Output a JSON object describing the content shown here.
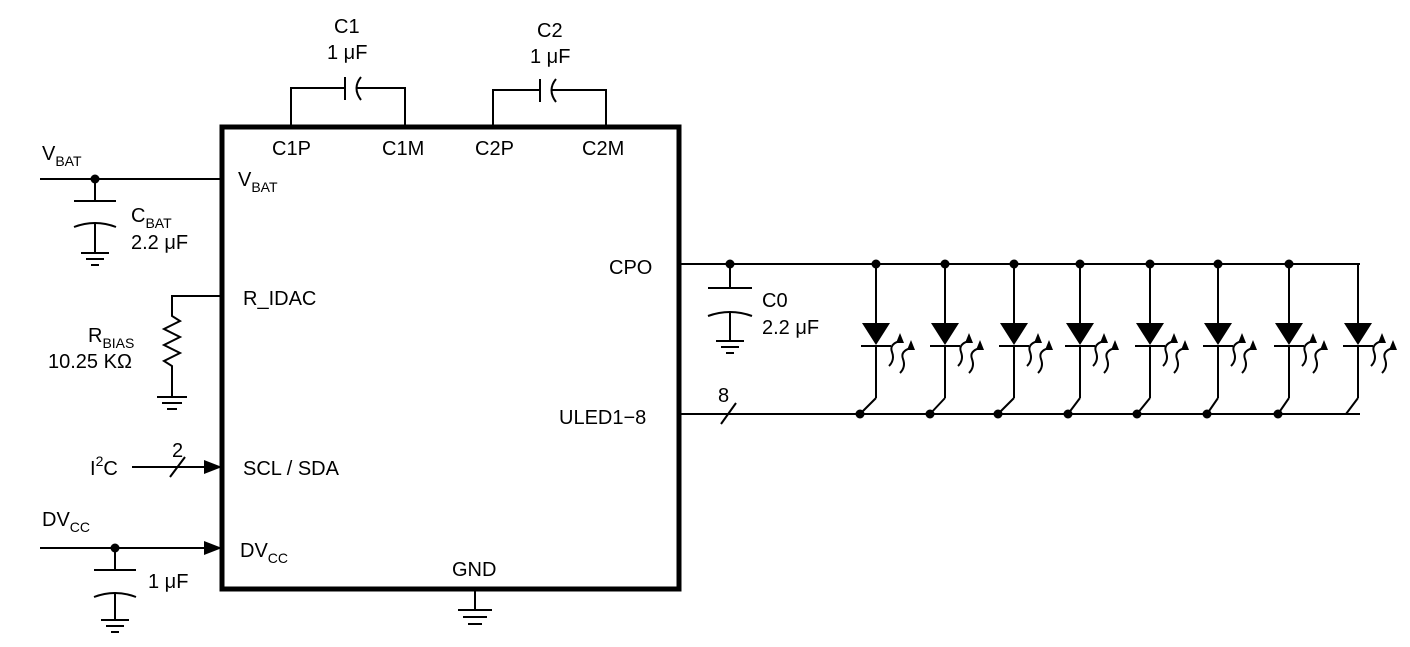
{
  "chip": {
    "pins": {
      "c1p": "C1P",
      "c1m": "C1M",
      "c2p": "C2P",
      "c2m": "C2M",
      "vbat_main": "V",
      "vbat_sub": "BAT",
      "r_idac": "R_IDAC",
      "scl_sda": "SCL / SDA",
      "dvcc_main": "DV",
      "dvcc_sub": "CC",
      "cpo": "CPO",
      "uled": "ULED1−8",
      "gnd": "GND"
    }
  },
  "components": {
    "c1": {
      "name": "C1",
      "value": "1 μF"
    },
    "c2": {
      "name": "C2",
      "value": "1 μF"
    },
    "cbat": {
      "name_main": "C",
      "name_sub": "BAT",
      "value": "2.2 μF"
    },
    "rbias": {
      "name_main": "R",
      "name_sub": "BIAS",
      "value": "10.25 KΩ"
    },
    "c0": {
      "name": "C0",
      "value": "2.2 μF"
    },
    "cdvcc": {
      "value": "1 μF"
    }
  },
  "nets": {
    "vbat_main": "V",
    "vbat_sub": "BAT",
    "i2c_main": "I",
    "i2c_sup": "2",
    "i2c_tail": "C",
    "i2c_bus_width": "2",
    "dvcc_main": "DV",
    "dvcc_sub": "CC",
    "uled_bus_width": "8"
  },
  "leds": {
    "count": 8
  }
}
